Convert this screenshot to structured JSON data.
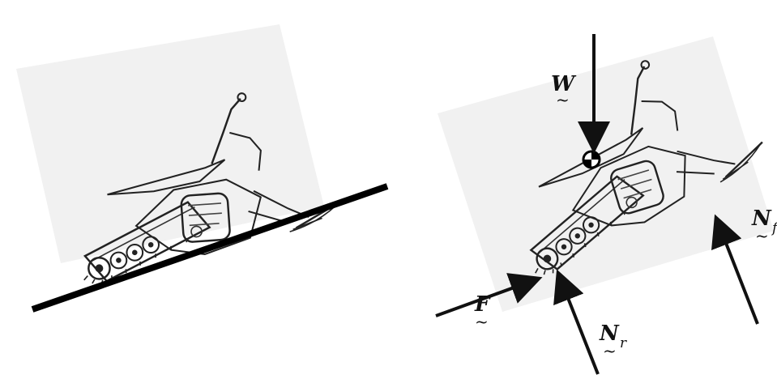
{
  "figure": {
    "left_panel": {
      "subject": "snowmobile on incline"
    },
    "right_panel": {
      "subject": "free-body diagram of snowmobile"
    },
    "forces": {
      "weight": {
        "symbol": "W",
        "underline": "~"
      },
      "friction": {
        "symbol": "F",
        "underline": "~"
      },
      "normal_rear": {
        "symbol": "N",
        "subscript": "r",
        "underline": "~"
      },
      "normal_front": {
        "symbol": "N",
        "subscript": "f",
        "underline": "~"
      }
    },
    "colors": {
      "ink": "#111111",
      "paper": "#f1f1f1",
      "line": "#000000"
    }
  }
}
